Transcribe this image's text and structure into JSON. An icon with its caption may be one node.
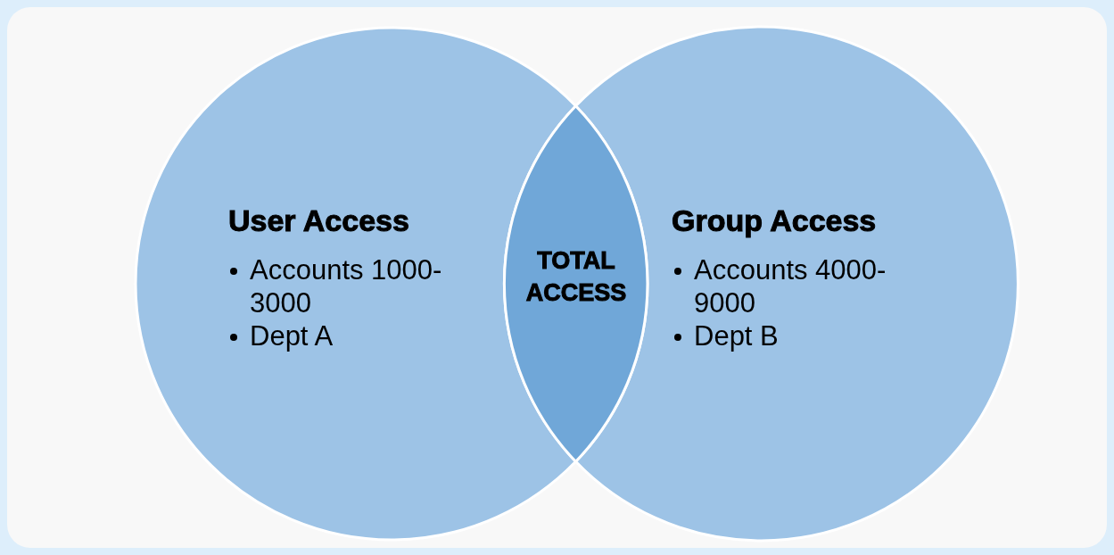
{
  "diagram": {
    "nodes": [
      {
        "text": [
          "User Access",
          "Accounts 1000-3000",
          "Dept A"
        ]
      },
      {
        "text": [
          "Group Access",
          "Accounts 4000-9000",
          "Dept B"
        ]
      },
      {
        "text": [
          "TOTAL ACCESS"
        ]
      }
    ]
  }
}
